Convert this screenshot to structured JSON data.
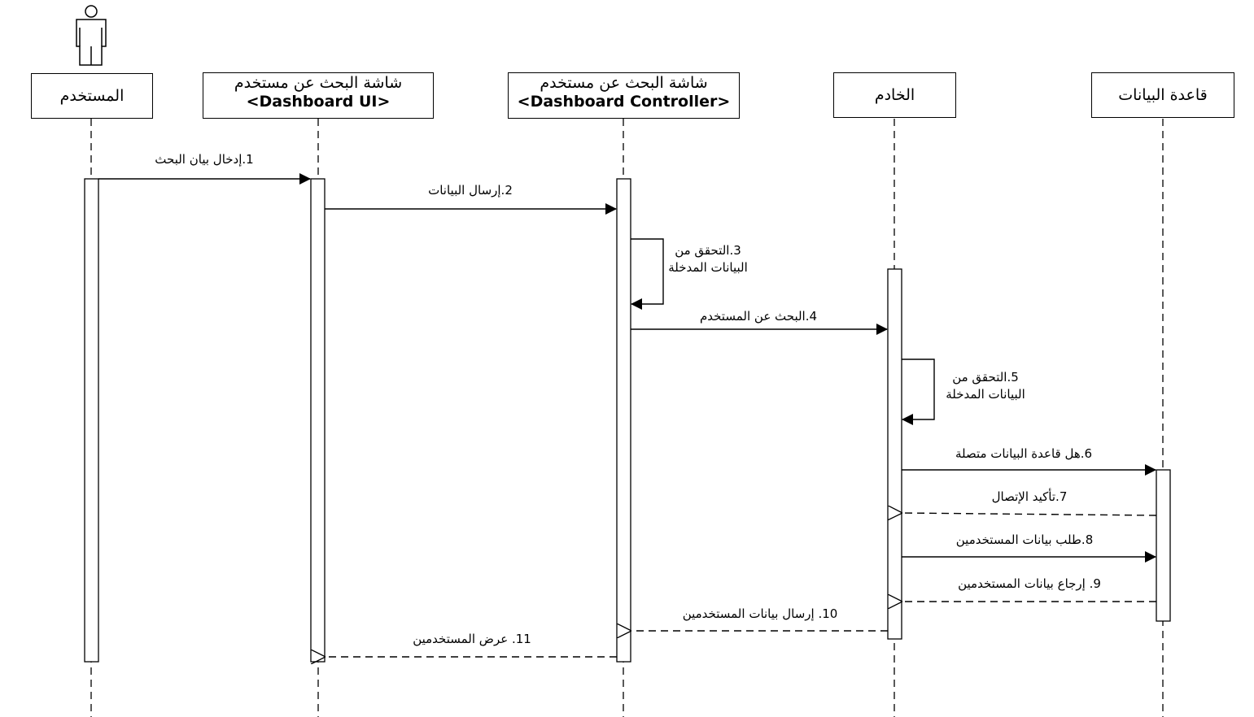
{
  "actor": {
    "icon": "stick-figure-actor-icon"
  },
  "lifelines": [
    {
      "id": "user",
      "title": "المستخدم",
      "stereotype": ""
    },
    {
      "id": "ui",
      "title": "شاشة البحث عن مستخدم",
      "stereotype": "<Dashboard UI>"
    },
    {
      "id": "controller",
      "title": "شاشة البحث عن مستخدم",
      "stereotype": "<Dashboard Controller>"
    },
    {
      "id": "server",
      "title": "الخادم",
      "stereotype": ""
    },
    {
      "id": "database",
      "title": "قاعدة البيانات",
      "stereotype": ""
    }
  ],
  "messages": [
    {
      "number": "1",
      "text": "1.إدخال بيان البحث",
      "from": "user",
      "to": "ui",
      "type": "sync"
    },
    {
      "number": "2",
      "text": "2.إرسال البيانات",
      "from": "ui",
      "to": "controller",
      "type": "sync"
    },
    {
      "number": "3",
      "lines": [
        "3.التحقق من",
        "البيانات المدخلة"
      ],
      "from": "controller",
      "to": "controller",
      "type": "self"
    },
    {
      "number": "4",
      "text": "4.البحث عن المستخدم",
      "from": "controller",
      "to": "server",
      "type": "sync"
    },
    {
      "number": "5",
      "lines": [
        "5.التحقق من",
        "البيانات المدخلة"
      ],
      "from": "server",
      "to": "server",
      "type": "self"
    },
    {
      "number": "6",
      "text": "6.هل قاعدة البيانات متصلة",
      "from": "server",
      "to": "database",
      "type": "sync"
    },
    {
      "number": "7",
      "text": "7.تأكيد الإتصال",
      "from": "database",
      "to": "server",
      "type": "return"
    },
    {
      "number": "8",
      "text": "8.طلب بيانات المستخدمين",
      "from": "server",
      "to": "database",
      "type": "sync"
    },
    {
      "number": "9",
      "text": "9. إرجاع بيانات المستخدمين",
      "from": "database",
      "to": "server",
      "type": "return"
    },
    {
      "number": "10",
      "text": "10. إرسال بيانات المستخدمين",
      "from": "server",
      "to": "controller",
      "type": "return"
    },
    {
      "number": "11",
      "text": "11. عرض المستخدمين",
      "from": "controller",
      "to": "ui",
      "type": "return"
    }
  ]
}
